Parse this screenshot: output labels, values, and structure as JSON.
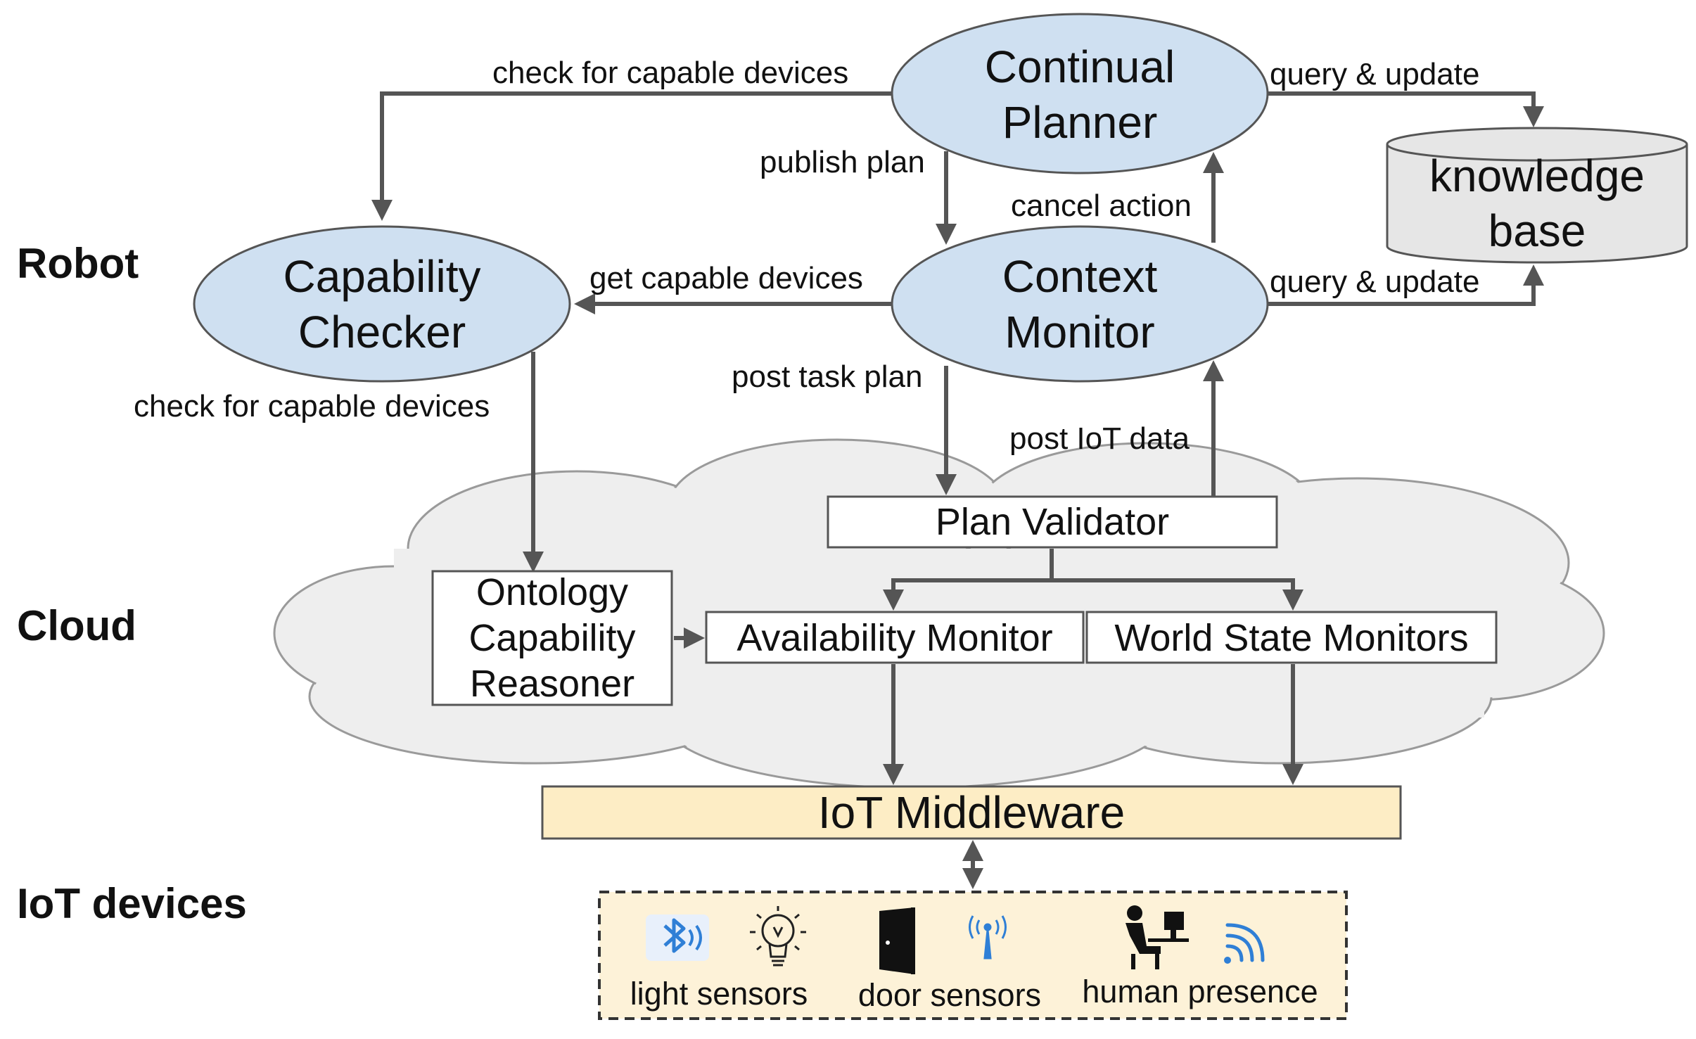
{
  "colors": {
    "ellipse_fill": "#cfe0f1",
    "ellipse_stroke": "#555555",
    "cloud_fill": "#eeeeee",
    "cloud_stroke": "#9a9a9a",
    "middleware_fill": "#fdedc5",
    "device_panel_fill": "#fdf2d8",
    "arrow": "#555555",
    "icon_blue": "#2f7fd6"
  },
  "lanes": {
    "robot": "Robot",
    "cloud": "Cloud",
    "iot": "IoT devices"
  },
  "nodes": {
    "continual_planner": {
      "line1": "Continual",
      "line2": "Planner"
    },
    "context_monitor": {
      "line1": "Context",
      "line2": "Monitor"
    },
    "capability_checker": {
      "line1": "Capability",
      "line2": "Checker"
    },
    "knowledge_base": {
      "line1": "knowledge",
      "line2": "base"
    },
    "plan_validator": "Plan Validator",
    "ontology_reasoner": {
      "line1": "Ontology",
      "line2": "Capability",
      "line3": "Reasoner"
    },
    "availability_monitor": "Availability Monitor",
    "world_state_monitors": "World State Monitors",
    "iot_middleware": "IoT Middleware"
  },
  "edges": {
    "planner_to_checker": "check for capable devices",
    "planner_to_kb": "query & update",
    "planner_to_context": "publish plan",
    "context_to_planner": "cancel action",
    "context_to_checker": "get capable devices",
    "context_to_kb": "query & update",
    "context_to_validator": "post task plan",
    "validator_to_context": "post IoT data",
    "checker_to_reasoner": "check for capable devices"
  },
  "devices": {
    "light": "light sensors",
    "door": "door sensors",
    "human": "human presence"
  }
}
